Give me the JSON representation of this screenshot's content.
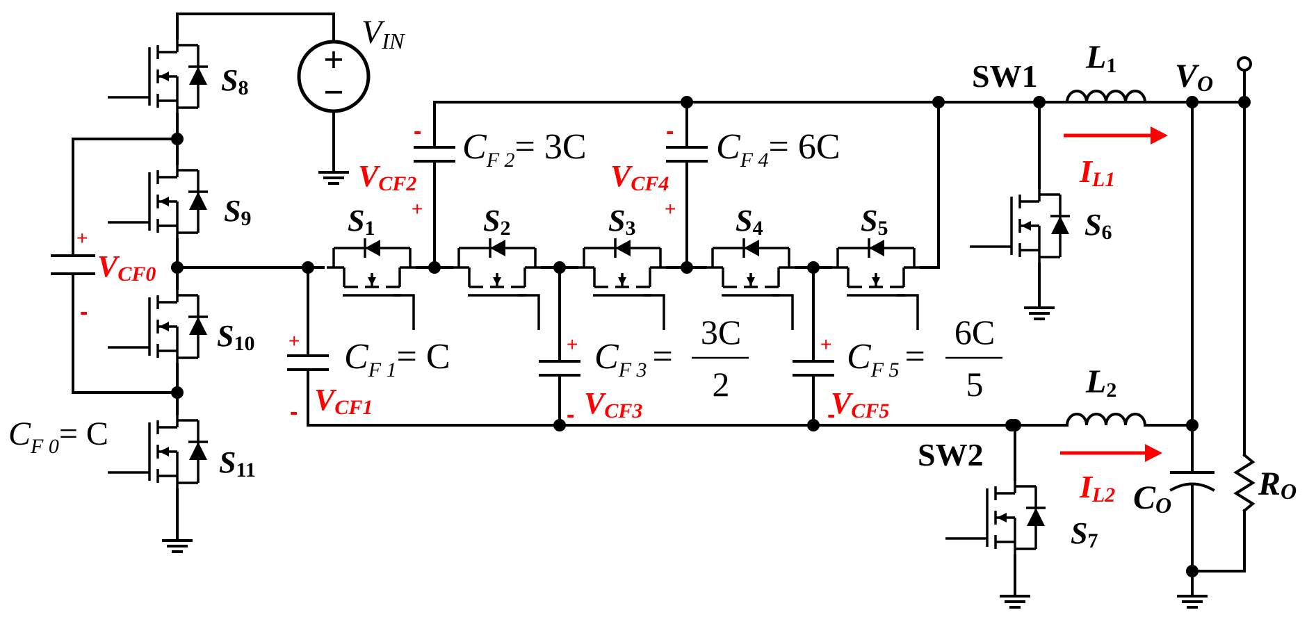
{
  "source": {
    "name": "V",
    "sub": "IN",
    "plus": "+",
    "minus": "−"
  },
  "output": {
    "vo_main": "V",
    "vo_sub": "O",
    "ro_main": "R",
    "ro_sub": "O",
    "co_main": "C",
    "co_sub": "O"
  },
  "switch_nodes": {
    "sw1": "SW1",
    "sw2": "SW2"
  },
  "inductors": {
    "l1_main": "L",
    "l1_sub": "1",
    "l2_main": "L",
    "l2_sub": "2"
  },
  "currents": {
    "il1_main": "I",
    "il1_sub": "L1",
    "il2_main": "I",
    "il2_sub": "L2"
  },
  "switches": {
    "s1m": "S",
    "s1n": "1",
    "s2m": "S",
    "s2n": "2",
    "s3m": "S",
    "s3n": "3",
    "s4m": "S",
    "s4n": "4",
    "s5m": "S",
    "s5n": "5",
    "s6m": "S",
    "s6n": "6",
    "s7m": "S",
    "s7n": "7",
    "s8m": "S",
    "s8n": "8",
    "s9m": "S",
    "s9n": "9",
    "s10m": "S",
    "s10n": "10",
    "s11m": "S",
    "s11n": "11"
  },
  "capacitors": {
    "cf0": {
      "main": "C",
      "sub": "F 0",
      "eq": "= C"
    },
    "cf1": {
      "main": "C",
      "sub": "F 1",
      "eq": "= C"
    },
    "cf2": {
      "main": "C",
      "sub": "F 2",
      "eq": "= 3C"
    },
    "cf3": {
      "main": "C",
      "sub": "F 3",
      "eq": "=",
      "num": "3C",
      "den": "2"
    },
    "cf4": {
      "main": "C",
      "sub": "F 4",
      "eq": "= 6C"
    },
    "cf5": {
      "main": "C",
      "sub": "F 5",
      "eq": "=",
      "num": "6C",
      "den": "5"
    }
  },
  "cap_voltages": {
    "v0m": "V",
    "v0s": "CF0",
    "v1m": "V",
    "v1s": "CF1",
    "v2m": "V",
    "v2s": "CF2",
    "v3m": "V",
    "v3s": "CF3",
    "v4m": "V",
    "v4s": "CF4",
    "v5m": "V",
    "v5s": "CF5"
  },
  "polarity": {
    "plus": "+",
    "minus": "-"
  },
  "colors": {
    "annotation": "#ff0000",
    "wire": "#000000"
  }
}
